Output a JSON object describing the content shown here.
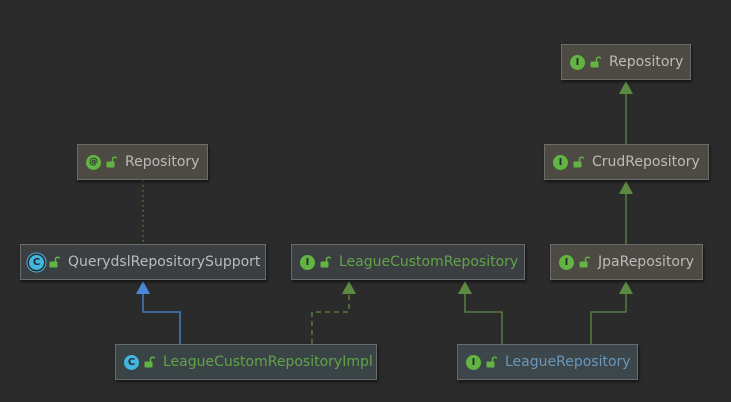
{
  "colors": {
    "background": "#2b2b2b",
    "extends_interface": "#5d8a43",
    "extends_class": "#4a88d8",
    "implements": "#5d8a43",
    "annotated_with": "#5d8a43",
    "text_default": "#bbbbbb",
    "text_green": "#62a34a",
    "text_blue": "#6897bb"
  },
  "nodes": {
    "repository_top": {
      "label": "Repository",
      "kind": "interface",
      "icon": "interface-icon"
    },
    "crud_repository": {
      "label": "CrudRepository",
      "kind": "interface",
      "icon": "interface-icon"
    },
    "jpa_repository": {
      "label": "JpaRepository",
      "kind": "interface",
      "icon": "interface-icon"
    },
    "repository_annotation": {
      "label": "Repository",
      "kind": "annotation",
      "icon": "annotation-icon"
    },
    "querydsl_repository_support": {
      "label": "QuerydslRepositorySupport",
      "kind": "abstract-class",
      "icon": "abstract-class-icon"
    },
    "league_custom_repository": {
      "label": "LeagueCustomRepository",
      "kind": "interface",
      "icon": "interface-icon"
    },
    "league_custom_repository_impl": {
      "label": "LeagueCustomRepositoryImpl",
      "kind": "class",
      "icon": "class-icon"
    },
    "league_repository": {
      "label": "LeagueRepository",
      "kind": "interface",
      "icon": "interface-icon"
    }
  },
  "edges": [
    {
      "from": "crud_repository",
      "to": "repository_top",
      "type": "extends"
    },
    {
      "from": "jpa_repository",
      "to": "crud_repository",
      "type": "extends"
    },
    {
      "from": "league_repository",
      "to": "jpa_repository",
      "type": "extends"
    },
    {
      "from": "league_repository",
      "to": "league_custom_repository",
      "type": "extends"
    },
    {
      "from": "league_custom_repository_impl",
      "to": "league_custom_repository",
      "type": "implements"
    },
    {
      "from": "league_custom_repository_impl",
      "to": "querydsl_repository_support",
      "type": "extends-class"
    },
    {
      "from": "querydsl_repository_support",
      "to": "repository_annotation",
      "type": "annotated-with"
    }
  ]
}
